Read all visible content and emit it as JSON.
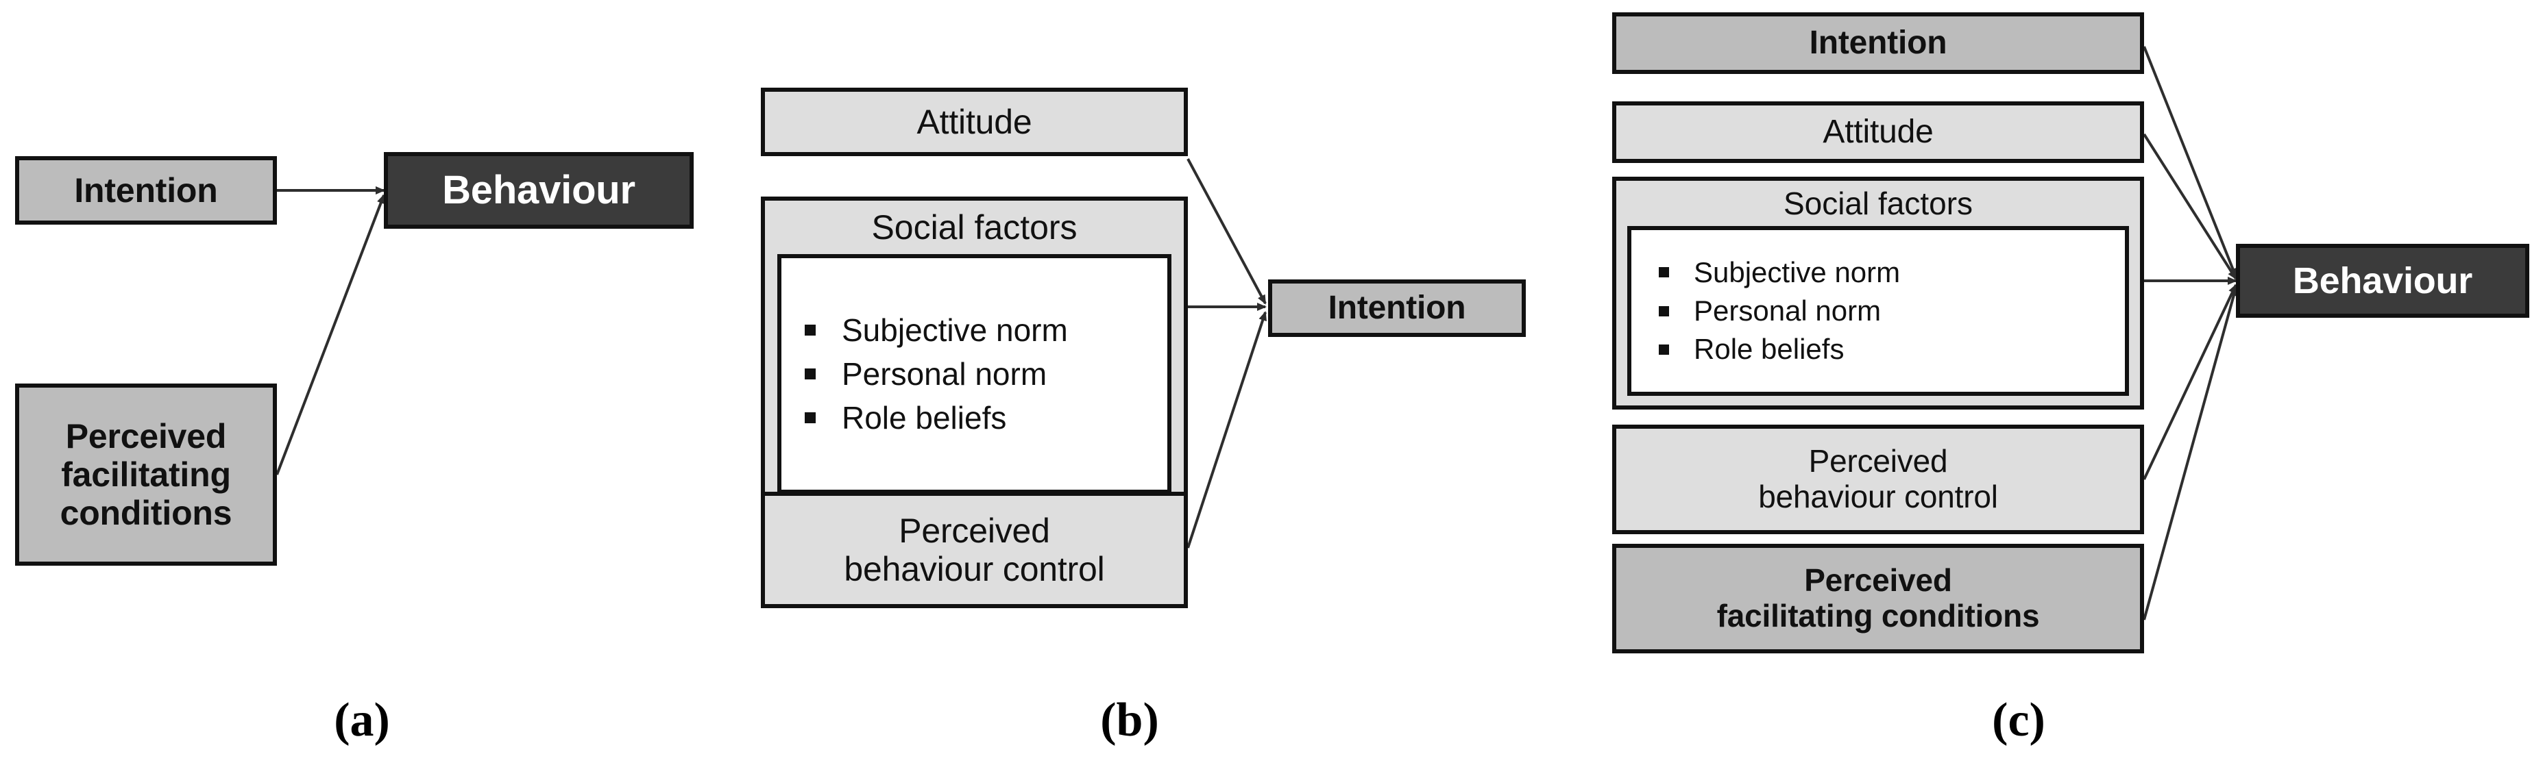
{
  "figure": {
    "background": "#ffffff",
    "colors": {
      "light_gray": "#dedede",
      "medium_gray": "#bcbcbc",
      "dark_charcoal": "#3b3b3b",
      "white": "#ffffff",
      "outline": "#111111",
      "arrow": "#3a3a3a"
    }
  },
  "panel_a": {
    "caption": "(a)",
    "nodes": {
      "intention": {
        "label": "Intention",
        "fill": "medium_gray",
        "weight": "bold"
      },
      "perceived_facilitating_conditions": {
        "label": "Perceived\nfacilitating\nconditions",
        "line1": "Perceived",
        "line2": "facilitating",
        "line3": "conditions",
        "fill": "medium_gray",
        "weight": "bold"
      },
      "behaviour": {
        "label": "Behaviour",
        "fill": "dark_charcoal",
        "weight": "bold"
      }
    },
    "edges": [
      {
        "from": "intention",
        "to": "behaviour"
      },
      {
        "from": "perceived_facilitating_conditions",
        "to": "behaviour"
      }
    ]
  },
  "panel_b": {
    "caption": "(b)",
    "nodes": {
      "attitude": {
        "label": "Attitude",
        "fill": "light_gray",
        "weight": "normal"
      },
      "social_factors": {
        "title": "Social factors",
        "fill": "light_gray",
        "weight": "normal",
        "items": [
          "Subjective norm",
          "Personal norm",
          "Role beliefs"
        ],
        "items_fill": "white"
      },
      "perceived_behaviour_control": {
        "line1": "Perceived",
        "line2": "behaviour control",
        "fill": "light_gray",
        "weight": "normal"
      },
      "intention": {
        "label": "Intention",
        "fill": "medium_gray",
        "weight": "bold"
      }
    },
    "edges": [
      {
        "from": "attitude",
        "to": "intention"
      },
      {
        "from": "social_factors",
        "to": "intention"
      },
      {
        "from": "perceived_behaviour_control",
        "to": "intention"
      }
    ]
  },
  "panel_c": {
    "caption": "(c)",
    "nodes": {
      "intention": {
        "label": "Intention",
        "fill": "medium_gray",
        "weight": "bold"
      },
      "attitude": {
        "label": "Attitude",
        "fill": "light_gray",
        "weight": "normal"
      },
      "social_factors": {
        "title": "Social factors",
        "fill": "light_gray",
        "weight": "normal",
        "items": [
          "Subjective norm",
          "Personal norm",
          "Role beliefs"
        ],
        "items_fill": "white"
      },
      "perceived_behaviour_control": {
        "line1": "Perceived",
        "line2": "behaviour control",
        "fill": "light_gray",
        "weight": "normal"
      },
      "perceived_facilitating_conditions": {
        "line1": "Perceived",
        "line2": "facilitating conditions",
        "fill": "medium_gray",
        "weight": "bold"
      },
      "behaviour": {
        "label": "Behaviour",
        "fill": "dark_charcoal",
        "weight": "bold"
      }
    },
    "edges": [
      {
        "from": "intention",
        "to": "behaviour"
      },
      {
        "from": "attitude",
        "to": "behaviour"
      },
      {
        "from": "social_factors",
        "to": "behaviour"
      },
      {
        "from": "perceived_behaviour_control",
        "to": "behaviour"
      },
      {
        "from": "perceived_facilitating_conditions",
        "to": "behaviour"
      }
    ]
  }
}
